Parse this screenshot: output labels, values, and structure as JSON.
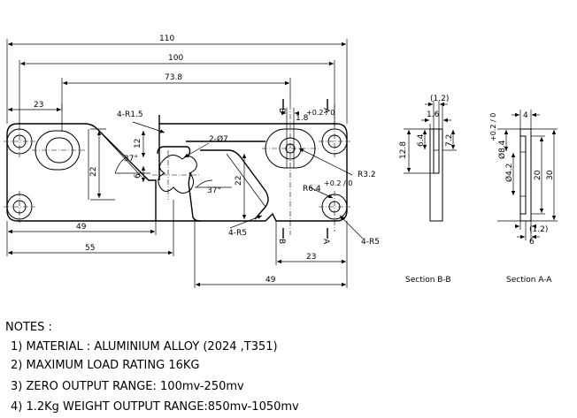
{
  "dimensions": {
    "overall_110": "110",
    "holes_100": "100",
    "span_73_8": "73.8",
    "left_23": "23",
    "radius_4_r1_5": "4-R1.5",
    "phi7": "2-Ø7",
    "slot_12": "12",
    "height_22": "22",
    "inner_6": "6",
    "angle_37_left": "37°",
    "angle_37_right": "37°",
    "right_22": "22",
    "width_1_8": "1.8",
    "tol_1_8": "+0.2 / 0",
    "r3_2": "R3.2",
    "r6_4": "R6.4",
    "tol_r6_4": "+0.2 / 0",
    "radius_4_r5_left": "4-R5",
    "radius_4_r5_right": "4-R5",
    "bottom_49_left": "49",
    "bottom_55": "55",
    "bottom_23_right": "23",
    "bottom_49_right": "49",
    "cut_b_top": "B",
    "cut_a_top": "A",
    "cut_b_bottom": "B",
    "cut_a_bottom": "A"
  },
  "section_b": {
    "title": "Section B-B",
    "dim_1_2": "(1.2)",
    "dim_1_6": "1.6",
    "dim_6_4": "6.4",
    "dim_7_2": "7.2",
    "dim_12_8": "12.8"
  },
  "section_a": {
    "title": "Section A-A",
    "dim_4": "4",
    "dim_phi8_4": "Ø8.4",
    "tol_phi8_4": "+0.2 / 0",
    "dim_phi4_2": "Ø4.2",
    "dim_20": "20",
    "dim_30": "30",
    "dim_1_2": "(1.2)",
    "dim_6": "6"
  },
  "notes": {
    "heading": "NOTES :",
    "items": [
      "1)  MATERIAL : ALUMINIUM ALLOY (2024 ,T351)",
      "2)  MAXIMUM LOAD RATING 16KG",
      "3)  ZERO OUTPUT RANGE: 100mv-250mv",
      "4)  1.2Kg  WEIGHT OUTPUT RANGE:850mv-1050mv"
    ]
  }
}
